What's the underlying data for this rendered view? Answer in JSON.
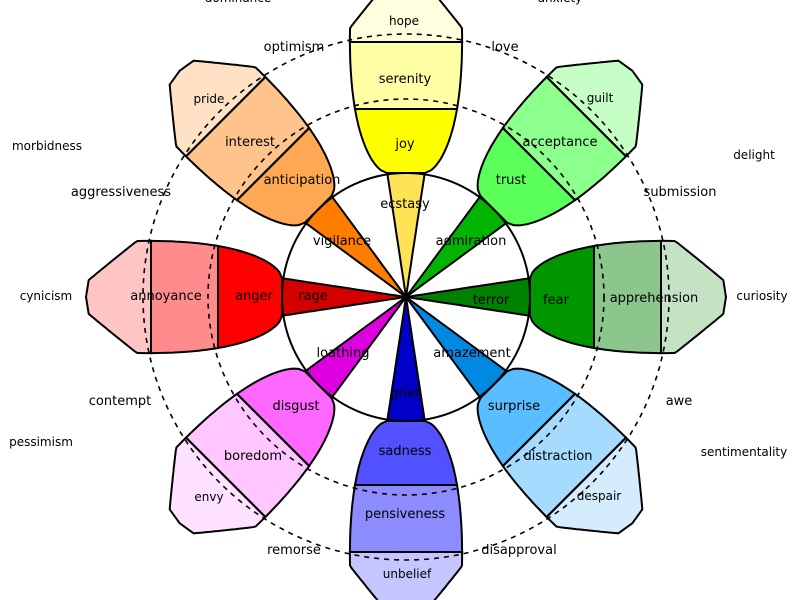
{
  "petals": [
    {
      "id": "joy",
      "bands": [
        {
          "label": "ecstasy",
          "color": "#ffe357"
        },
        {
          "label": "joy",
          "color": "#ffff00"
        },
        {
          "label": "serenity",
          "color": "#ffffa6"
        },
        {
          "label": "hope",
          "color": "#ffffe0"
        }
      ]
    },
    {
      "id": "trust",
      "bands": [
        {
          "label": "admiration",
          "color": "#00b400"
        },
        {
          "label": "trust",
          "color": "#5aff5a"
        },
        {
          "label": "acceptance",
          "color": "#8cff8c"
        },
        {
          "label": "guilt",
          "color": "#c5ffc5"
        }
      ]
    },
    {
      "id": "fear",
      "bands": [
        {
          "label": "terror",
          "color": "#008000"
        },
        {
          "label": "fear",
          "color": "#009600"
        },
        {
          "label": "apprehension",
          "color": "#8cc68c"
        },
        {
          "label": "curiosity",
          "color": "#c5e2c5"
        }
      ]
    },
    {
      "id": "surprise",
      "bands": [
        {
          "label": "amazement",
          "color": "#0089e0"
        },
        {
          "label": "surprise",
          "color": "#59bdff"
        },
        {
          "label": "distraction",
          "color": "#a5dbff"
        },
        {
          "label": "despair",
          "color": "#d4ecfc"
        }
      ]
    },
    {
      "id": "sadness",
      "bands": [
        {
          "label": "grief",
          "color": "#0000c8"
        },
        {
          "label": "sadness",
          "color": "#5151ff"
        },
        {
          "label": "pensiveness",
          "color": "#8c8cff"
        },
        {
          "label": "unbelief",
          "color": "#c5c5ff"
        }
      ]
    },
    {
      "id": "disgust",
      "bands": [
        {
          "label": "loathing",
          "color": "#de00de"
        },
        {
          "label": "disgust",
          "color": "#ff68ff"
        },
        {
          "label": "boredom",
          "color": "#ffc6ff"
        },
        {
          "label": "envy",
          "color": "#ffe2ff"
        }
      ]
    },
    {
      "id": "anger",
      "bands": [
        {
          "label": "rage",
          "color": "#d40000"
        },
        {
          "label": "anger",
          "color": "#ff0000"
        },
        {
          "label": "annoyance",
          "color": "#ff8c8c"
        },
        {
          "label": "cynicism",
          "color": "#ffc5c5"
        }
      ]
    },
    {
      "id": "anticipation",
      "bands": [
        {
          "label": "vigilance",
          "color": "#ff7d00"
        },
        {
          "label": "anticipation",
          "color": "#ffa854"
        },
        {
          "label": "interest",
          "color": "#ffc48c"
        },
        {
          "label": "pride",
          "color": "#ffe2c5"
        }
      ]
    }
  ],
  "dyads_middle": [
    "love",
    "submission",
    "awe",
    "disapproval",
    "remorse",
    "contempt",
    "aggressiveness",
    "optimism"
  ],
  "dyads_outer": [
    {
      "label": "dominance"
    },
    {
      "label": "anxiety"
    },
    {
      "label": "delight"
    },
    {
      "label": "sentimentality"
    },
    {
      "label": "pessimism"
    },
    {
      "label": "morbidness"
    }
  ],
  "outer_tip_labels": [
    "cynicism",
    "curiosity"
  ]
}
